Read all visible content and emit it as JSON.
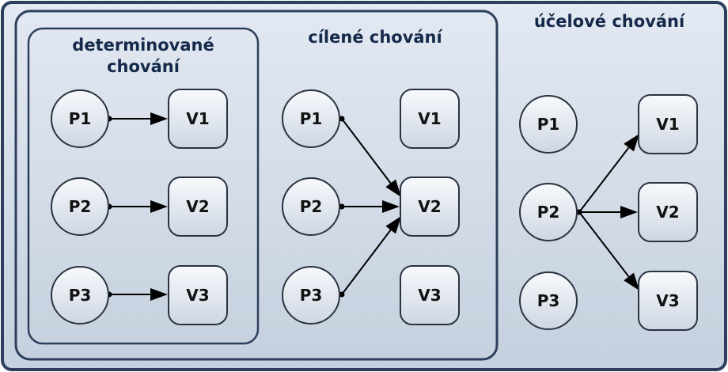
{
  "panels": {
    "determinovane": {
      "title": "determinované chování"
    },
    "cilene": {
      "title": "cílené chování"
    },
    "ucelove": {
      "title": "účelové chování"
    }
  },
  "nodes": {
    "p1": "P1",
    "p2": "P2",
    "p3": "P3",
    "v1": "V1",
    "v2": "V2",
    "v3": "V3"
  },
  "colors": {
    "outer_border": "#2d3f5c",
    "background_top": "#dfe6f0",
    "background_bottom": "#c3cedd",
    "title_text": "#152a4a",
    "arrow": "#000000"
  },
  "edges": {
    "determinovane": [
      [
        "P1",
        "V1"
      ],
      [
        "P2",
        "V2"
      ],
      [
        "P3",
        "V3"
      ]
    ],
    "cilene": [
      [
        "P1",
        "V2"
      ],
      [
        "P2",
        "V2"
      ],
      [
        "P3",
        "V2"
      ]
    ],
    "ucelove": [
      [
        "P2",
        "V1"
      ],
      [
        "P2",
        "V2"
      ],
      [
        "P2",
        "V3"
      ]
    ]
  }
}
